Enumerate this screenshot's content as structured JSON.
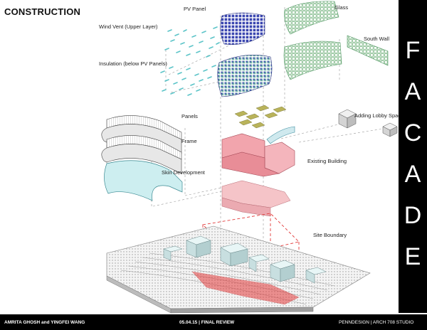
{
  "title": "CONSTRUCTION",
  "sidebar": {
    "letters": [
      "F",
      "A",
      "C",
      "A",
      "D",
      "E"
    ]
  },
  "labels": {
    "pv_panel": "PV Panel",
    "glass": "Glass",
    "wind_vent": "Wind Vent (Upper Layer)",
    "south_wall": "South Wall",
    "insulation": "Insulation (below PV Panels)",
    "panels": "Panels",
    "adding_lobby": "Adding Lobby Space",
    "frame": "Frame",
    "existing_building": "Existing Building",
    "skin_development": "Skin Development",
    "site_boundary": "Site Boundary"
  },
  "footer": {
    "authors": "AMRITA GHOSH and YINGFEI WANG",
    "review": "05.04.15 | FINAL REVIEW",
    "school": "PENNDESIGN | ARCH 708 STUDIO"
  },
  "colors": {
    "pv_blue": "#3a46b0",
    "glass_green": "#6fb07a",
    "vent_cyan": "#5cc4c8",
    "building_pink": "#f2a5ad",
    "site_red": "#e23b3b",
    "lobby_gray": "#cccccc"
  }
}
